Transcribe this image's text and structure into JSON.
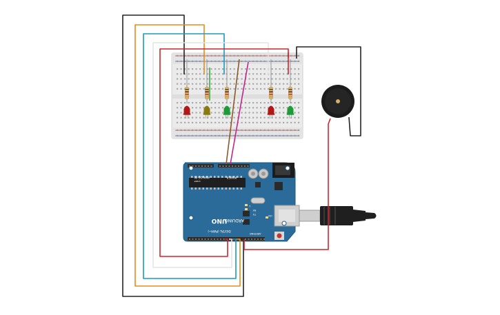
{
  "colors": {
    "wire_black": "#222222",
    "wire_orange": "#e88a1a",
    "wire_teal": "#1a9ab8",
    "wire_red": "#d0242a",
    "wire_white": "#e4e4e4",
    "wire_green": "#3aa845",
    "wire_brown": "#8a5a2b",
    "wire_magenta": "#c2248a",
    "arduino_body": "#2a6b9a",
    "breadboard": "#ebebeb",
    "led_red": "#b01818",
    "led_yellow": "#8a7a10",
    "led_green": "#1f9a38"
  },
  "board": {
    "brand": "ARDUINO",
    "model": "UNO",
    "digital_label": "DIGITAL (PWM~)",
    "analog_label": "ANALOG IN",
    "power_label": "POWER",
    "ioref_label": "IOREF",
    "tx_label": "TX",
    "rx_label": "RX",
    "on_label": "ON",
    "l_label": "L",
    "aref_label": "AREF",
    "gnd_label": "GND"
  },
  "components": {
    "leds": [
      "led-red",
      "led-yellow",
      "led-green",
      "led-red",
      "led-green"
    ],
    "resistor_count": 5,
    "buzzer": "piezo-buzzer",
    "usb": "usb-cable"
  }
}
